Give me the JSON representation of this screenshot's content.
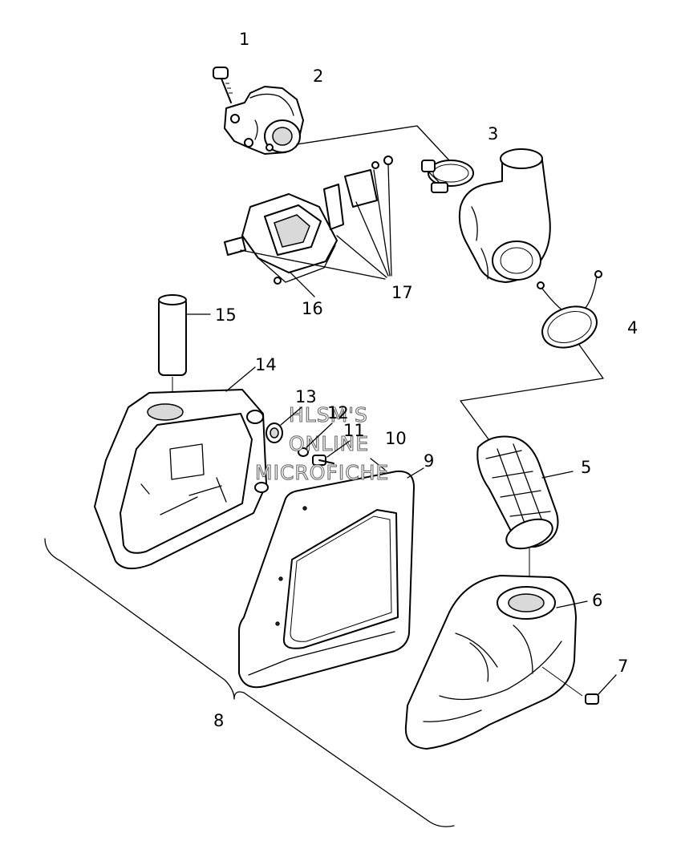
{
  "callouts": {
    "c1": "1",
    "c2": "2",
    "c3": "3",
    "c4": "4",
    "c5": "5",
    "c6": "6",
    "c7": "7",
    "c8": "8",
    "c9": "9",
    "c10": "10",
    "c11": "11",
    "c12": "12",
    "c13": "13",
    "c14": "14",
    "c15": "15",
    "c16": "16",
    "c17": "17"
  },
  "watermark": {
    "line1": "HLSM'S",
    "line2": "ONLINE",
    "line3": "MICROFICHE"
  }
}
